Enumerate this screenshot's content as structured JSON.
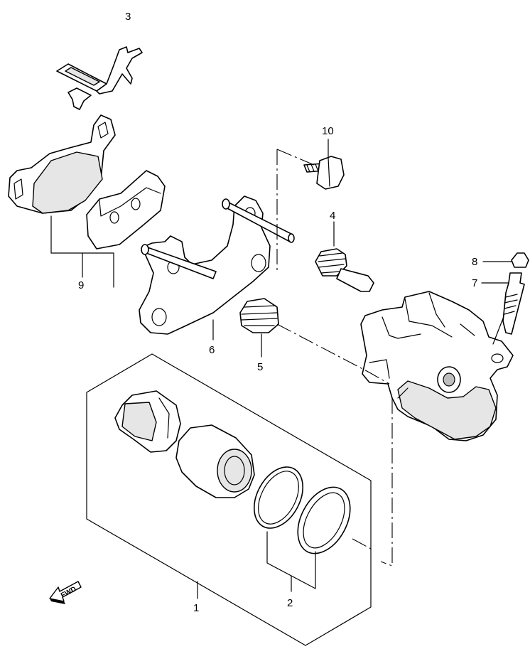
{
  "callouts": {
    "c1": "1",
    "c2": "2",
    "c3": "3",
    "c4": "4",
    "c5": "5",
    "c6": "6",
    "c7": "7",
    "c8": "8",
    "c9": "9",
    "c10": "10"
  },
  "fwd_label": "FWD"
}
